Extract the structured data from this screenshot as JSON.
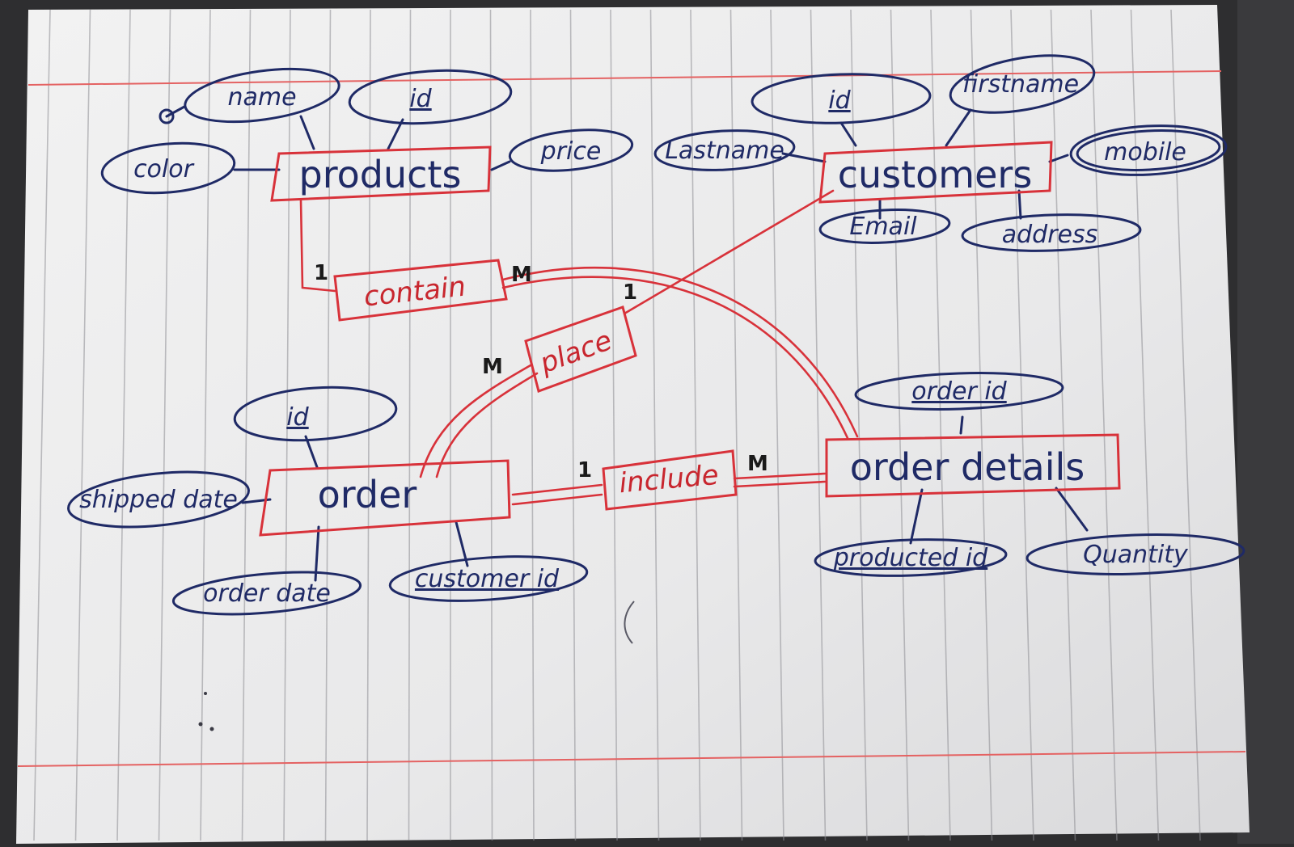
{
  "colors": {
    "paper": "#ececec",
    "rule_lines": "#8c8c92",
    "margin_lines": "#e46262",
    "attribute_ink": "#1f2a66",
    "relationship_ink": "#d8323a"
  },
  "entities": {
    "products": "products",
    "customers": "customers",
    "order": "order",
    "order_details": "order details"
  },
  "attributes": {
    "products": {
      "name": "name",
      "id": "id",
      "color": "color",
      "price": "price"
    },
    "customers": {
      "id": "id",
      "firstname": "firstname",
      "lastname": "Lastname",
      "mobile": "mobile",
      "email": "Email",
      "address": "address"
    },
    "order": {
      "id": "id",
      "shipped_date": "shipped date",
      "order_date": "order date",
      "customer_id": "customer id"
    },
    "order_details": {
      "order_id": "order id",
      "product_id": "producted id",
      "quantity": "Quantity"
    }
  },
  "relationships": {
    "contain": "contain",
    "place": "place",
    "include": "include"
  },
  "cardinalities": {
    "contain_products": "1",
    "contain_order_details": "M",
    "place_customers": "1",
    "place_order": "M",
    "include_order": "1",
    "include_order_details": "M"
  }
}
